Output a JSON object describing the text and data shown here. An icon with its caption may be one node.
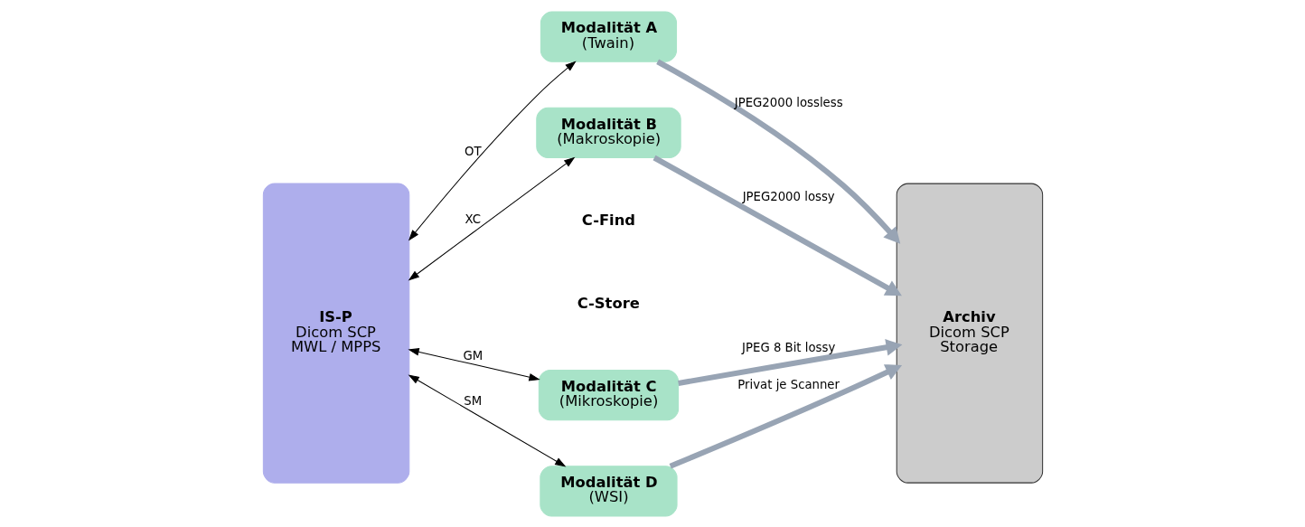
{
  "diagram": {
    "nodes": [
      {
        "text": [
          "IS-P",
          "Dicom SCP",
          "MWL / MPPS"
        ]
      },
      {
        "text": [
          "Modalität A",
          "(Twain)"
        ]
      },
      {
        "text": [
          "Modalität B",
          "(Makroskopie)"
        ]
      },
      {
        "text": [
          "Modalität C",
          "(Mikroskopie)"
        ]
      },
      {
        "text": [
          "Modalität D",
          "(WSI)"
        ]
      },
      {
        "text": [
          "Archiv",
          "Dicom SCP",
          "Storage"
        ]
      }
    ],
    "edges": [
      {
        "from": 0,
        "to": 1,
        "arrow": "both",
        "label": "OT"
      },
      {
        "from": 0,
        "to": 2,
        "arrow": "both",
        "label": "XC"
      },
      {
        "from": 0,
        "to": 3,
        "arrow": "both",
        "label": "GM"
      },
      {
        "from": 0,
        "to": 4,
        "arrow": "both",
        "label": "SM"
      },
      {
        "from": 1,
        "to": 5,
        "arrow": "to",
        "label": "JPEG2000 lossless",
        "style": "thick",
        "color": "#98a4b4"
      },
      {
        "from": 2,
        "to": 5,
        "arrow": "to",
        "label": "JPEG2000 lossy",
        "style": "thick",
        "color": "#98a4b4"
      },
      {
        "from": 3,
        "to": 5,
        "arrow": "to",
        "label": "JPEG 8 Bit lossy",
        "style": "thick",
        "color": "#98a4b4"
      },
      {
        "from": 4,
        "to": 5,
        "arrow": "to",
        "label": "Privat je Scanner",
        "style": "thick",
        "color": "#98a4b4"
      }
    ],
    "labels": [
      "C-Find",
      "C-Store"
    ]
  }
}
